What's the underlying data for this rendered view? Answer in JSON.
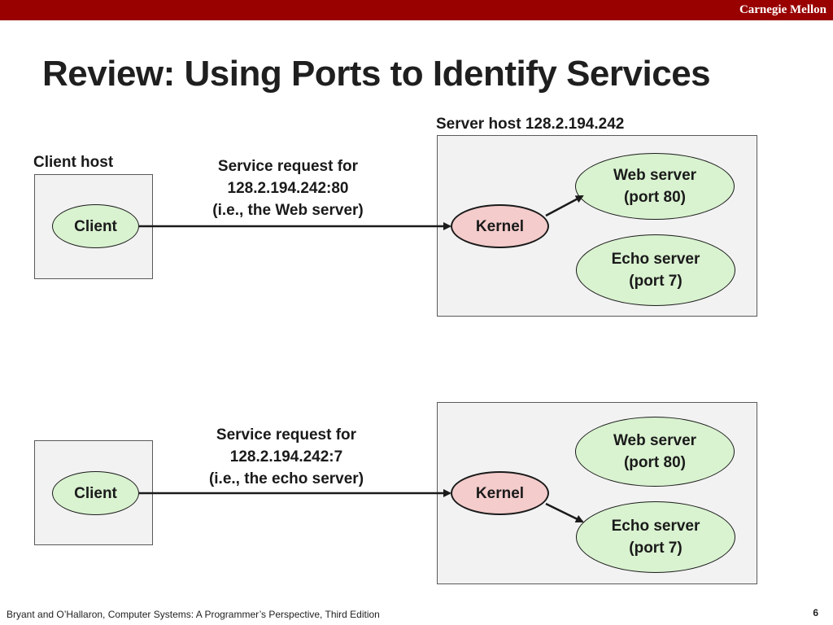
{
  "header": {
    "brand": "Carnegie Mellon"
  },
  "title": "Review: Using Ports to Identify Services",
  "server_host_label": "Server host 128.2.194.242",
  "client_host_label": "Client host",
  "scenario1": {
    "request_lines": [
      "Service request for",
      "128.2.194.242:80",
      "(i.e., the Web server)"
    ],
    "client": "Client",
    "kernel": "Kernel",
    "web_server": [
      "Web server",
      "(port 80)"
    ],
    "echo_server": [
      "Echo server",
      "(port 7)"
    ]
  },
  "scenario2": {
    "request_lines": [
      "Service request for",
      "128.2.194.242:7",
      "(i.e., the echo server)"
    ],
    "client": "Client",
    "kernel": "Kernel",
    "web_server": [
      "Web server",
      "(port 80)"
    ],
    "echo_server": [
      "Echo server",
      "(port 7)"
    ]
  },
  "footer": {
    "citation": "Bryant and O’Hallaron, Computer Systems: A Programmer’s Perspective, Third Edition",
    "page": "6"
  },
  "colors": {
    "header_bar": "#990000",
    "service_fill": "#d9f2d0",
    "kernel_fill": "#f4cccc",
    "host_box_fill": "#f2f2f2"
  }
}
